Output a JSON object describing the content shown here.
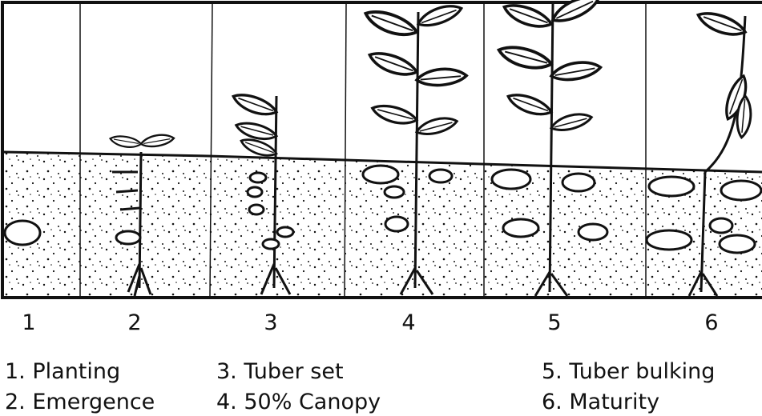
{
  "stage_numbers": [
    "1",
    "2",
    "3",
    "4",
    "5",
    "6"
  ],
  "legend": [
    {
      "num": "1.",
      "label": "Planting"
    },
    {
      "num": "2.",
      "label": "Emergence"
    },
    {
      "num": "3.",
      "label": "Tuber set"
    },
    {
      "num": "4.",
      "label": "50% Canopy"
    },
    {
      "num": "5.",
      "label": "Tuber bulking"
    },
    {
      "num": "6.",
      "label": "Maturity"
    }
  ],
  "colors": {
    "ink": "#111111",
    "paper": "#ffffff"
  }
}
